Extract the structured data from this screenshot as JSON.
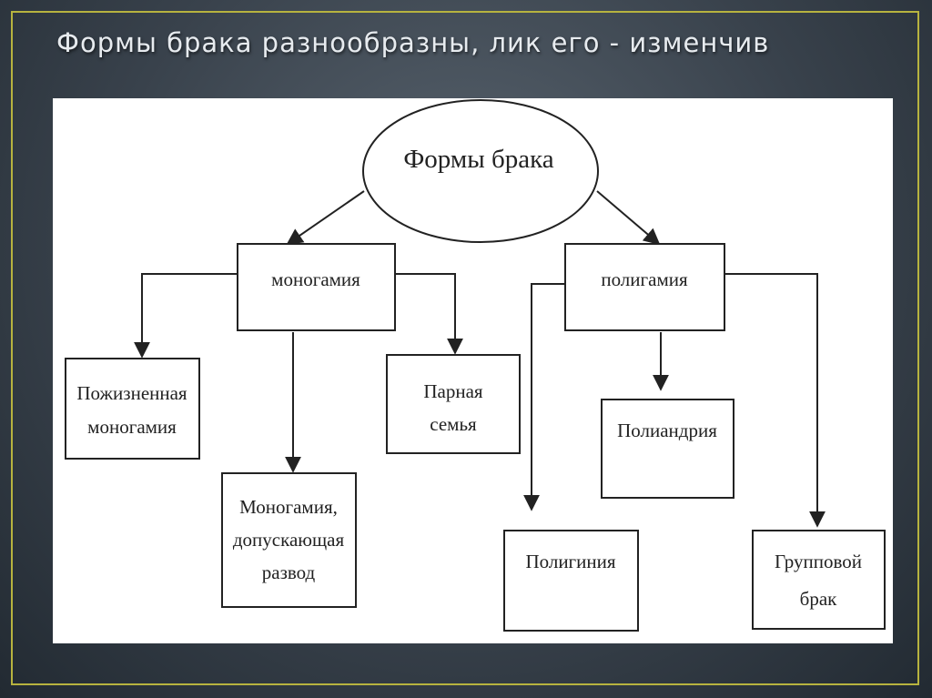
{
  "slide": {
    "title": "Формы брака разнообразны, лик его - изменчив"
  },
  "diagram": {
    "root": "Формы брака",
    "branches": {
      "monogamy": "моногамия",
      "polygamy": "полигамия"
    },
    "leaves": {
      "lifelong": [
        "Пожизненная",
        "моногамия"
      ],
      "divorce": [
        "Моногамия,",
        "допускающая",
        "развод"
      ],
      "pair": [
        "Парная",
        "семья"
      ],
      "polyandry": [
        "Полиандрия"
      ],
      "polygyny": [
        "Полигиния"
      ],
      "group": [
        "Групповой",
        "брак"
      ]
    }
  },
  "colors": {
    "frame": "#b7b33f",
    "title": "#e7ebef",
    "ink": "#222222"
  }
}
